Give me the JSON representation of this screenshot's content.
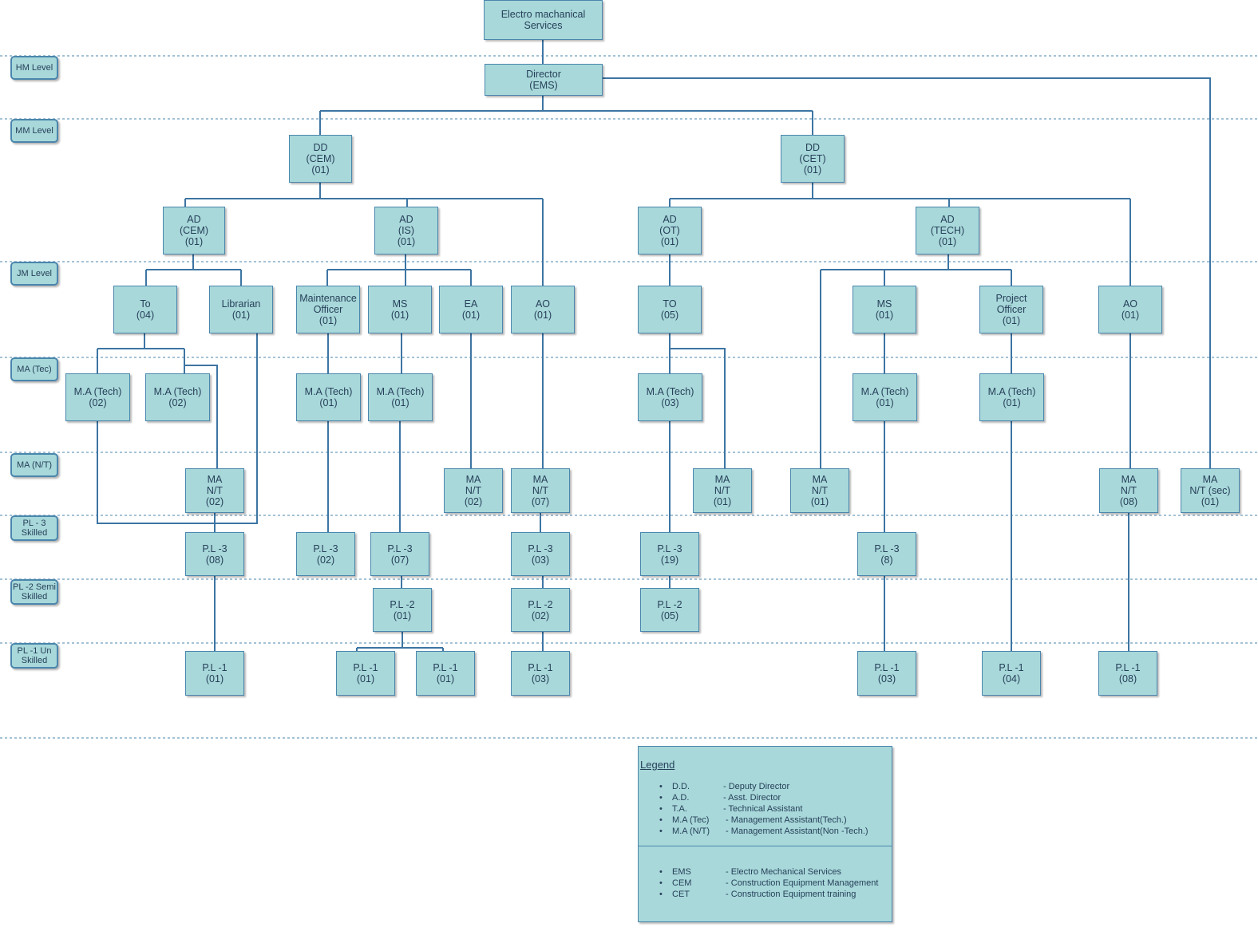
{
  "colors": {
    "box_fill": "#a8d8da",
    "box_border": "#4a86ad",
    "line": "#3d75a3",
    "text": "#27405a",
    "guide": "#4a86ad"
  },
  "levels": [
    "HM Level",
    "MM Level",
    "JM Level",
    "MA (Tec)",
    "MA (N/T)",
    "PL - 3\nSkilled",
    "PL -2 Semi\nSkilled",
    "PL -1 Un\nSkilled"
  ],
  "nodes": {
    "root": "Electro machanical\nServices",
    "director": "Director\n(EMS)",
    "dd_cem": "DD\n(CEM)\n(01)",
    "dd_cet": "DD\n(CET)\n(01)",
    "ad_cem": "AD\n(CEM)\n(01)",
    "ad_is": "AD\n(IS)\n(01)",
    "ad_ot": "AD\n(OT)\n(01)",
    "ad_tech": "AD\n(TECH)\n(01)",
    "to_04": "To\n(04)",
    "librarian": "Librarian\n(01)",
    "maint_officer": "Maintenance\nOfficer\n(01)",
    "ms_left": "MS\n(01)",
    "ea": "EA\n(01)",
    "ao_left": "AO\n(01)",
    "to_05": "TO\n(05)",
    "ms_right": "MS\n(01)",
    "project_officer": "Project\nOfficer\n(01)",
    "ao_right": "AO\n(01)",
    "mat_a": "M.A (Tech)\n(02)",
    "mat_b": "M.A (Tech)\n(02)",
    "mat_c": "M.A (Tech)\n(01)",
    "mat_d": "M.A (Tech)\n(01)",
    "mat_e": "M.A (Tech)\n(03)",
    "mat_f": "M.A (Tech)\n(01)",
    "mat_g": "M.A (Tech)\n(01)",
    "mant_a": "MA\nN/T\n(02)",
    "mant_b": "MA\nN/T\n(02)",
    "mant_c": "MA\nN/T\n(07)",
    "mant_d": "MA\nN/T\n(01)",
    "mant_e": "MA\nN/T\n(01)",
    "mant_f": "MA\nN/T\n(08)",
    "mant_sec": "MA\nN/T (sec)\n(01)",
    "pl3_a": "P.L -3\n(08)",
    "pl3_b": "P.L -3\n(02)",
    "pl3_c": "P.L -3\n(07)",
    "pl3_d": "P.L -3\n(03)",
    "pl3_e": "P.L -3\n(19)",
    "pl3_f": "P.L -3\n(8)",
    "pl2_a": "P.L -2\n(01)",
    "pl2_b": "P.L -2\n(02)",
    "pl2_c": "P.L -2\n(05)",
    "pl1_a": "P.L -1\n(01)",
    "pl1_b": "P.L -1\n(01)",
    "pl1_c": "P.L -1\n(01)",
    "pl1_d": "P.L -1\n(03)",
    "pl1_e": "P.L -1\n(03)",
    "pl1_f": "P.L -1\n(04)",
    "pl1_g": "P.L -1\n(08)"
  },
  "legend": {
    "title": "Legend",
    "group1": [
      {
        "abbr": "D.D.",
        "desc": "- Deputy Director"
      },
      {
        "abbr": "A.D.",
        "desc": "- Asst. Director"
      },
      {
        "abbr": "T.A.",
        "desc": "- Technical Assistant"
      },
      {
        "abbr": "M.A (Tec)",
        "desc": " - Management Assistant(Tech.)"
      },
      {
        "abbr": "M.A (N/T)",
        "desc": " - Management Assistant(Non -Tech.)"
      }
    ],
    "group2": [
      {
        "abbr": "EMS",
        "desc": " - Electro Mechanical Services"
      },
      {
        "abbr": "CEM",
        "desc": " - Construction Equipment Management"
      },
      {
        "abbr": "CET",
        "desc": " - Construction Equipment training"
      }
    ]
  }
}
